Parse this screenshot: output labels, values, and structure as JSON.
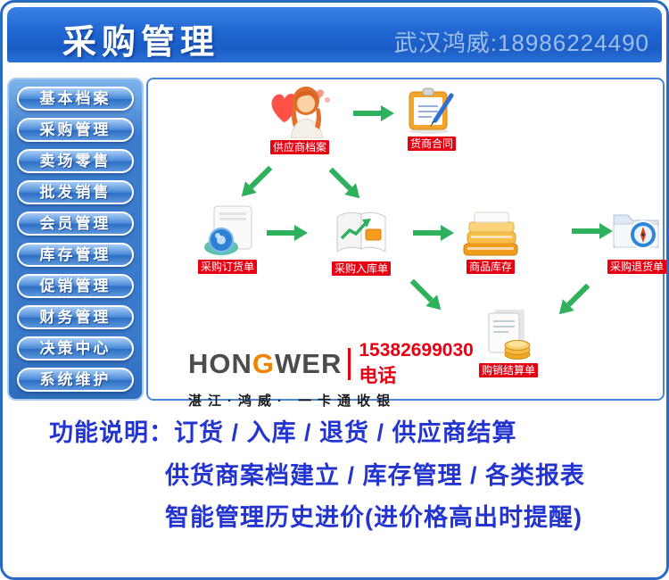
{
  "colors": {
    "header_blue": "#1f66d2",
    "sidebar_blue": "#3c7ccd",
    "badge_red": "#e60012",
    "arrow_green": "#2fb05c",
    "description_blue": "#2334cf"
  },
  "header": {
    "title": "采购管理",
    "contact": "武汉鸿威:18986224490"
  },
  "sidebar": {
    "items": [
      {
        "label": "基本档案"
      },
      {
        "label": "采购管理"
      },
      {
        "label": "卖场零售"
      },
      {
        "label": "批发销售"
      },
      {
        "label": "会员管理"
      },
      {
        "label": "库存管理"
      },
      {
        "label": "促销管理"
      },
      {
        "label": "财务管理"
      },
      {
        "label": "决策中心"
      },
      {
        "label": "系统维护"
      }
    ]
  },
  "flow": {
    "nodes": [
      {
        "id": "supplier-files",
        "label": "供应商档案",
        "icon": "supplier-avatar-icon"
      },
      {
        "id": "supplier-contract",
        "label": "货商合同",
        "icon": "contract-clipboard-icon"
      },
      {
        "id": "purchase-order",
        "label": "采购订货单",
        "icon": "order-document-icon"
      },
      {
        "id": "purchase-inbound",
        "label": "采购入库单",
        "icon": "inbound-ledger-icon"
      },
      {
        "id": "product-inventory",
        "label": "商品库存",
        "icon": "inventory-stack-icon"
      },
      {
        "id": "purchase-return",
        "label": "采购退货单",
        "icon": "return-folder-icon"
      },
      {
        "id": "purchase-settlement",
        "label": "购销结算单",
        "icon": "settlement-coins-icon"
      }
    ]
  },
  "logo": {
    "brand_prefix": "HON",
    "brand_mid": "G",
    "brand_suffix": "WER",
    "phone": "15382699030电话",
    "slogan": "湛江·鸿威· 一卡通收银"
  },
  "description": {
    "lines": [
      "功能说明：订货 / 入库 / 退货 / 供应商结算",
      "供货商案档建立 / 库存管理 / 各类报表",
      "智能管理历史进价(进价格高出时提醒)"
    ]
  }
}
